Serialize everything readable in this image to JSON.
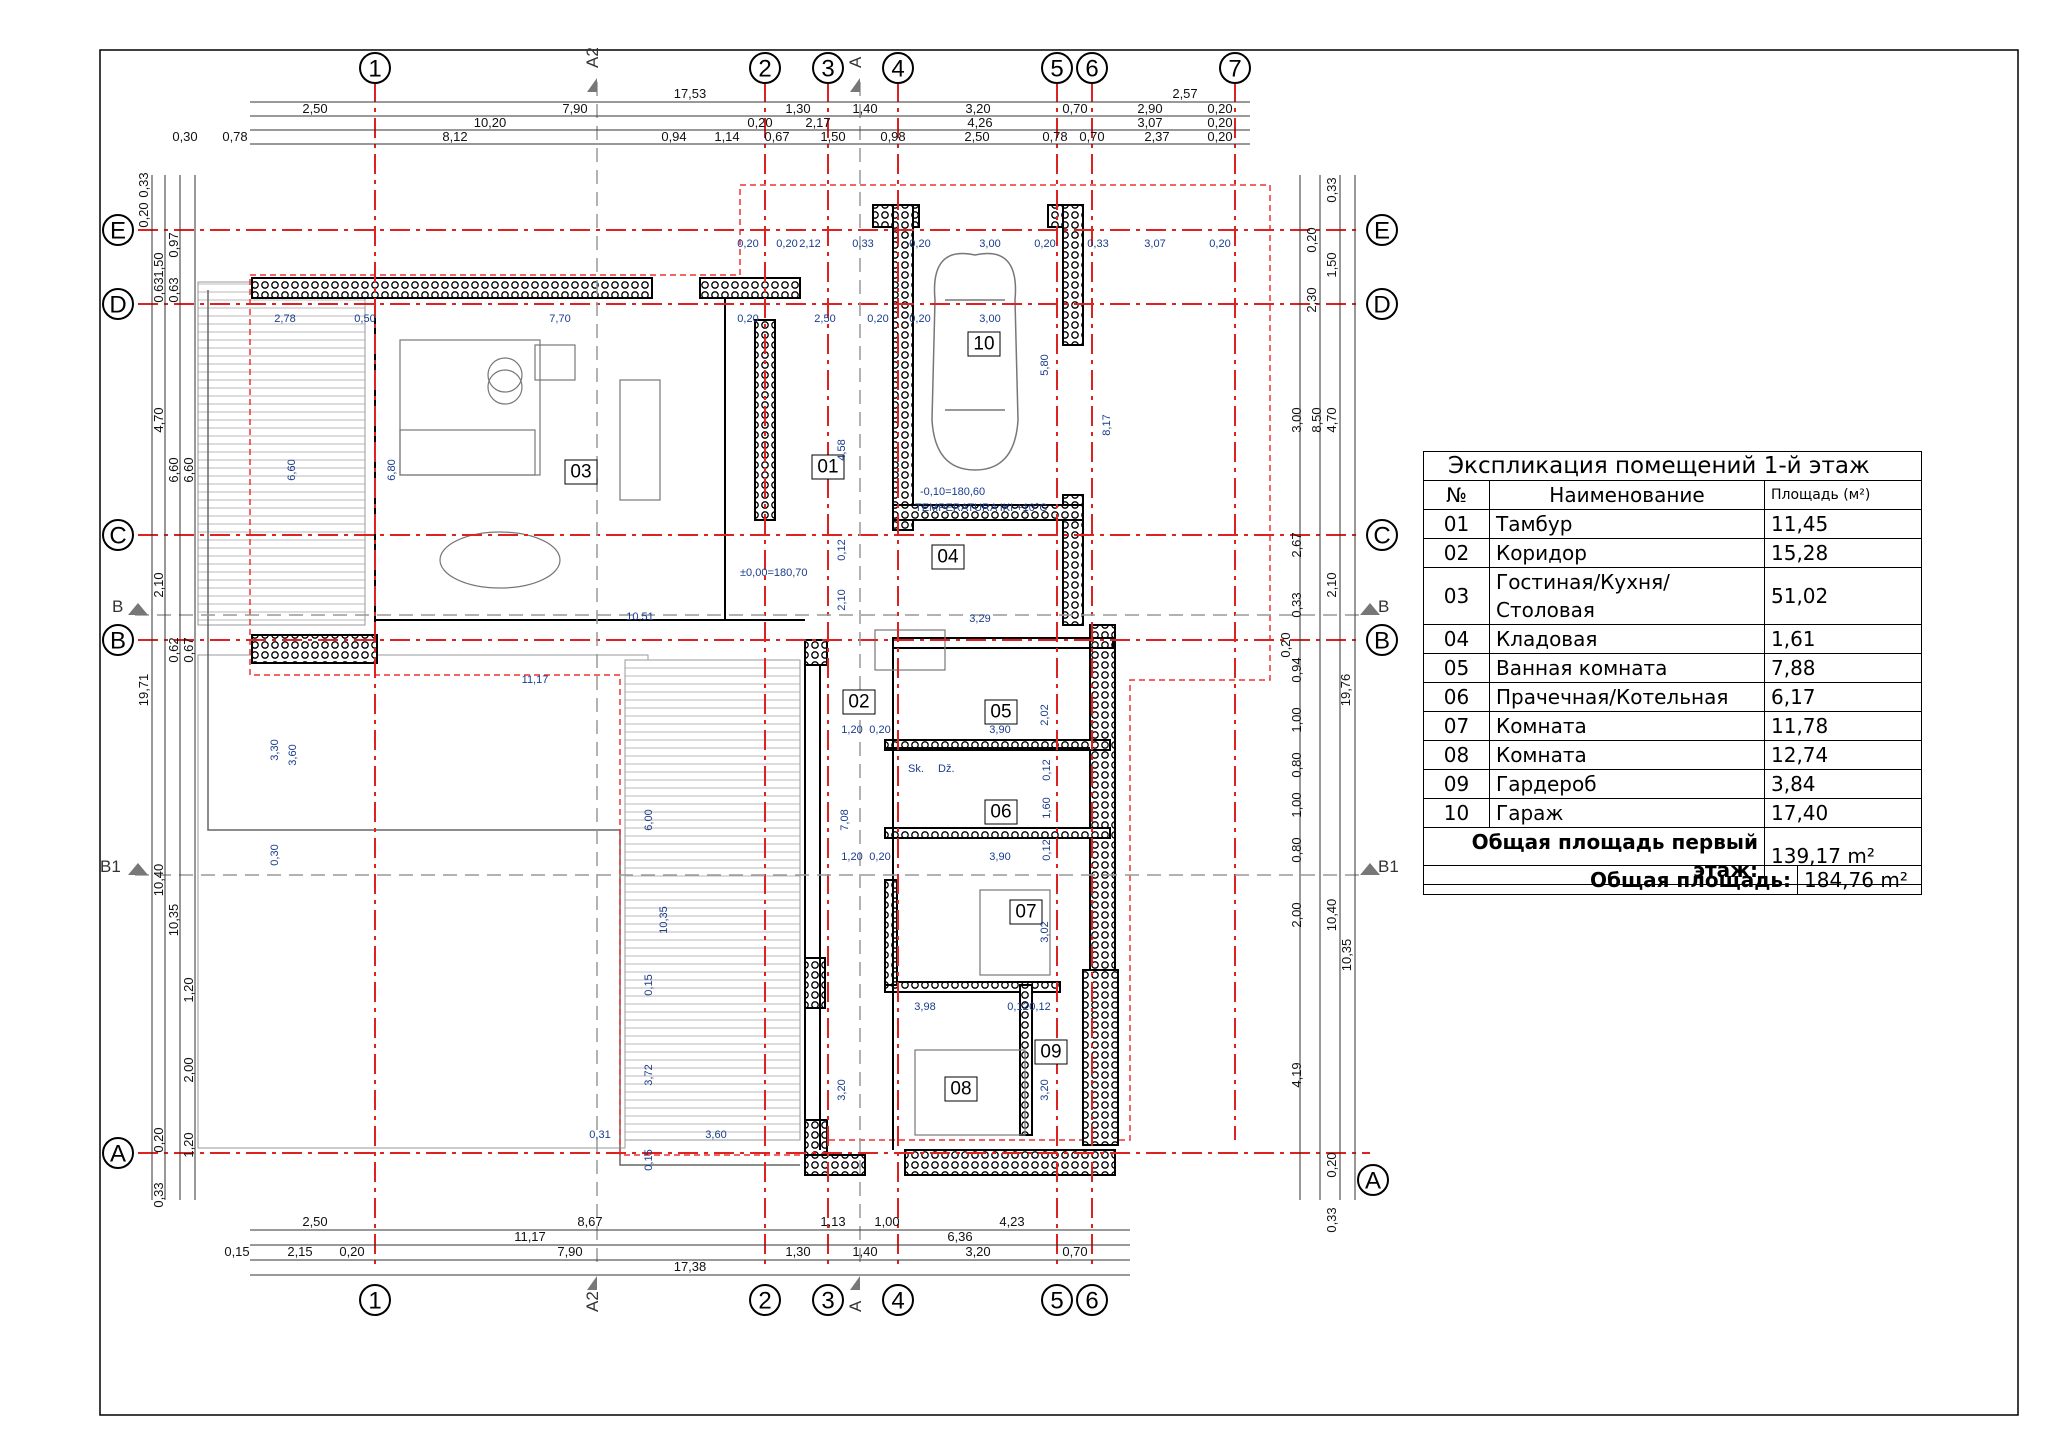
{
  "axes_numbers": [
    "1",
    "2",
    "3",
    "4",
    "5",
    "6",
    "7"
  ],
  "axes_letters": [
    "E",
    "D",
    "C",
    "B",
    "A"
  ],
  "sections": [
    "A2",
    "A",
    "B",
    "B1"
  ],
  "rooms": [
    {
      "no": "01",
      "name": "Тамбур",
      "area": "11,45"
    },
    {
      "no": "02",
      "name": "Коридор",
      "area": "15,28"
    },
    {
      "no": "03",
      "name": "Гостиная/Кухня/Столовая",
      "area": "51,02"
    },
    {
      "no": "04",
      "name": "Кладовая",
      "area": "1,61"
    },
    {
      "no": "05",
      "name": "Ванная комната",
      "area": "7,88"
    },
    {
      "no": "06",
      "name": "Прачечная/Котельная",
      "area": "6,17"
    },
    {
      "no": "07",
      "name": "Комната",
      "area": "11,78"
    },
    {
      "no": "08",
      "name": "Комната",
      "area": "12,74"
    },
    {
      "no": "09",
      "name": "Гардероб",
      "area": "3,84"
    },
    {
      "no": "10",
      "name": "Гараж",
      "area": "17,40"
    }
  ],
  "explication": {
    "title": "Экспликация помещений 1-й этаж",
    "col_no": "№",
    "col_name": "Наименование",
    "col_area": "Площадь (м²)",
    "floor_total_label": "Общая площадь первый этаж:",
    "floor_total_value": "139,17 m²",
    "grand_total_label": "Общая площадь:",
    "grand_total_value": "184,76 m²"
  },
  "plan_notes": {
    "level_top": "-0,10=180,60",
    "temperature": "TEMPERATURA IKI +10°C",
    "level_zero": "±0,00=180,70",
    "sk": "Sk.",
    "dz": "Dž."
  },
  "dims_top": {
    "row1": [
      "17,53",
      "2,57"
    ],
    "row2": [
      "2,50",
      "7,90",
      "1,30",
      "1,40",
      "3,20",
      "0,70",
      "2,90",
      "0,20"
    ],
    "row3": [
      "10,20",
      "0,20",
      "2,17",
      "4,26",
      "3,07",
      "0,20"
    ],
    "row4": [
      "0,30",
      "0,78",
      "8,12",
      "0,94",
      "1,14",
      "0,67",
      "1,50",
      "0,98",
      "2,50",
      "0,78",
      "0,70",
      "2,37",
      "0,20"
    ]
  },
  "dims_bottom": {
    "row1": [
      "2,50",
      "8,67",
      "1,13",
      "1,00",
      "4,23"
    ],
    "row2": [
      "11,17",
      "6,36"
    ],
    "row3": [
      "0,15",
      "2,15",
      "0,20",
      "7,90",
      "1,30",
      "1,40",
      "3,20",
      "0,70"
    ],
    "row4": [
      "17,38"
    ]
  },
  "dims_left": [
    "0,33",
    "0,20",
    "1,50",
    "0,97",
    "0,63",
    "0,63",
    "4,70",
    "6,60",
    "6,60",
    "2,10",
    "0,62",
    "0,67",
    "19,71",
    "10,40",
    "10,35",
    "1,20",
    "2,00",
    "1,20",
    "0,20",
    "0,33"
  ],
  "dims_right": [
    "0,33",
    "0,20",
    "1,50",
    "2,30",
    "3,00",
    "4,70",
    "8,50",
    "2,67",
    "2,10",
    "0,33",
    "0,20",
    "0,94",
    "1,00",
    "0,80",
    "1,00",
    "0,80",
    "19,76",
    "2,00",
    "10,40",
    "10,35",
    "4,19",
    "0,20",
    "0,33"
  ],
  "dims_inner": [
    "2,78",
    "0,50",
    "7,70",
    "0,20",
    "2,50",
    "0,20",
    "0,20",
    "3,00",
    "0,20",
    "0,20",
    "0,33",
    "3,07",
    "0,20",
    "0,20",
    "2,12",
    "0,33",
    "0,20",
    "3,00",
    "6,80",
    "6,60",
    "4,58",
    "5,80",
    "8,17",
    "10,51",
    "11,17",
    "3,30",
    "3,60",
    "6,00",
    "0,30",
    "10,35",
    "3,72",
    "0,15",
    "0,31",
    "3,60",
    "0,15",
    "1,20",
    "0,20",
    "3,90",
    "2,02",
    "1,60",
    "7,08",
    "1,20",
    "0,20",
    "3,90",
    "3,02",
    "3,98",
    "0,12",
    "0,12",
    "3,20",
    "3,20",
    "3,29",
    "2,10",
    "0,12",
    "0,12",
    "0,12"
  ]
}
